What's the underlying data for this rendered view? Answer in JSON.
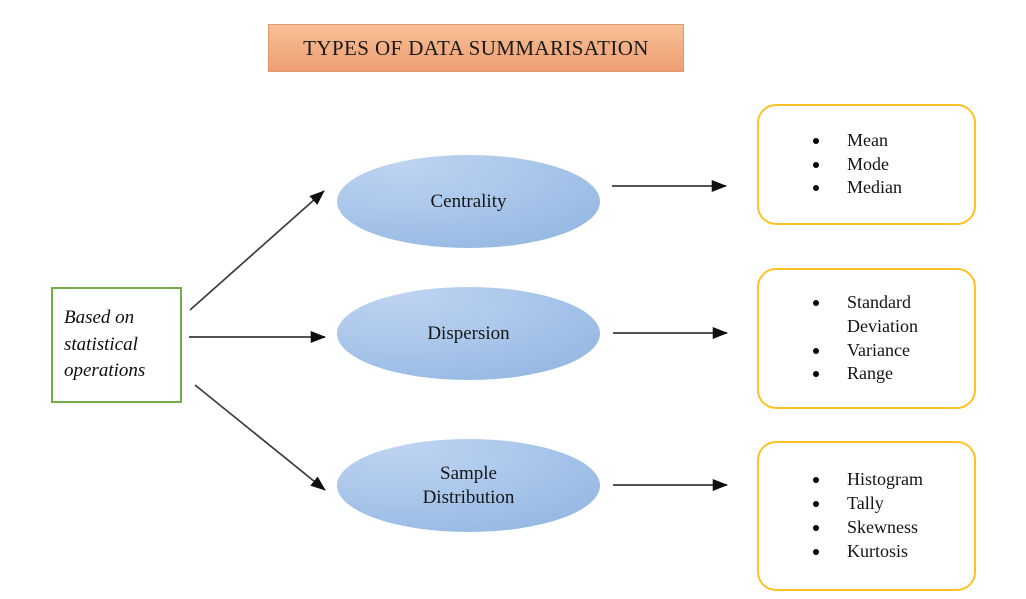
{
  "title": {
    "text": "TYPES OF DATA SUMMARISATION"
  },
  "source": {
    "label": "Based on\nstatistical\noperations"
  },
  "branches": [
    {
      "key": "centrality",
      "node_label": "Centrality",
      "items": [
        "Mean",
        "Mode",
        "Median"
      ]
    },
    {
      "key": "dispersion",
      "node_label": "Dispersion",
      "items": [
        "Standard\nDeviation",
        "Variance",
        "Range"
      ]
    },
    {
      "key": "sample_distribution",
      "node_label": "Sample\nDistribution",
      "items": [
        "Histogram",
        "Tally",
        "Skewness",
        "Kurtosis"
      ]
    }
  ],
  "colors": {
    "title_background": "#f3b085",
    "title_border": "#e09a6a",
    "source_border": "#70ad47",
    "ellipse_fill": "#aec9ec",
    "detail_border": "#ffc125",
    "arrow": "#3b3b3b",
    "page_background": "#ffffff"
  }
}
